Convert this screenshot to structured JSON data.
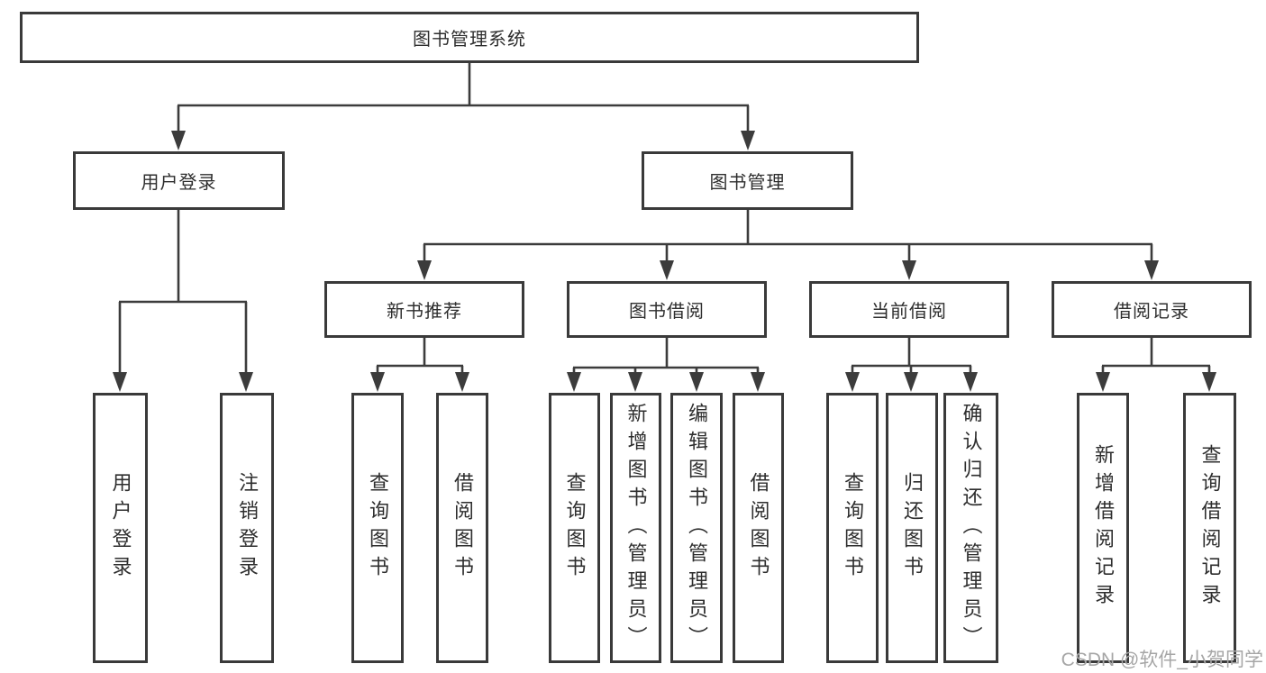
{
  "tree": {
    "label": "图书管理系统",
    "children": [
      {
        "label": "用户登录",
        "children": [
          {
            "label": "用户登录"
          },
          {
            "label": "注销登录"
          }
        ]
      },
      {
        "label": "图书管理",
        "children": [
          {
            "label": "新书推荐",
            "children": [
              {
                "label": "查询图书"
              },
              {
                "label": "借阅图书"
              }
            ]
          },
          {
            "label": "图书借阅",
            "children": [
              {
                "label": "查询图书"
              },
              {
                "label": "新增图书（管理员）"
              },
              {
                "label": "编辑图书（管理员）"
              },
              {
                "label": "借阅图书"
              }
            ]
          },
          {
            "label": "当前借阅",
            "children": [
              {
                "label": "查询图书"
              },
              {
                "label": "归还图书"
              },
              {
                "label": "确认归还（管理员）"
              }
            ]
          },
          {
            "label": "借阅记录",
            "children": [
              {
                "label": "新增借阅记录"
              },
              {
                "label": "查询借阅记录"
              }
            ]
          }
        ]
      }
    ]
  },
  "watermark": {
    "text": "CSDN @软件_小贺同学",
    "color": "#a6a6a6"
  },
  "colors": {
    "line": "#3c3c3c",
    "box_border": "#3a3a3a",
    "text": "#2e2e2e",
    "background": "#ffffff"
  }
}
